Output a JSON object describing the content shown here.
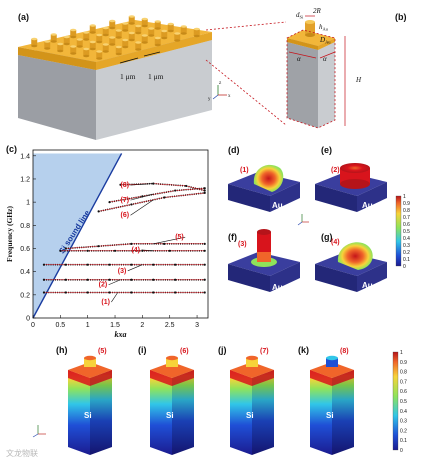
{
  "panel_labels": {
    "a": "(a)",
    "b": "(b)",
    "c": "(c)",
    "d": "(d)",
    "e": "(e)",
    "f": "(f)",
    "g": "(g)",
    "h": "(h)",
    "i": "(i)",
    "j": "(j)",
    "k": "(k)"
  },
  "panel_a": {
    "dim1": "1 μm",
    "dim2": "1 μm",
    "axis": {
      "z": "z",
      "x": "x",
      "y": "y"
    }
  },
  "panel_b": {
    "d": "d",
    "d_sub": "Si",
    "two_r": "2R",
    "h": "h",
    "h_sub": "Au",
    "D": "D",
    "D_sub": "Au",
    "H": "H",
    "alpha1": "α",
    "alpha2": "α"
  },
  "panel_c": {
    "modes": [
      "(1)",
      "(2)",
      "(3)",
      "(4)",
      "(5)",
      "(6)",
      "(7)",
      "(8)"
    ],
    "sound_line_label": "Si sound line"
  },
  "mode_panels": {
    "d": {
      "mode": "(1)",
      "material": "Au"
    },
    "e": {
      "mode": "(2)",
      "material": "Au"
    },
    "f": {
      "mode": "(3)",
      "material": "Au"
    },
    "g": {
      "mode": "(4)",
      "material": "Au"
    },
    "h": {
      "mode": "(5)",
      "material": "Si"
    },
    "i": {
      "mode": "(6)",
      "material": "Si"
    },
    "j": {
      "mode": "(7)",
      "material": "Si"
    },
    "k": {
      "mode": "(8)",
      "material": "Si"
    }
  },
  "colorbar_top": {
    "ticks": [
      "1",
      "0.9",
      "0.8",
      "0.7",
      "0.6",
      "0.5",
      "0.4",
      "0.3",
      "0.2",
      "0.1",
      "0"
    ]
  },
  "colorbar_bottom": {
    "ticks": [
      "1",
      "0.9",
      "0.8",
      "0.7",
      "0.6",
      "0.5",
      "0.4",
      "0.3",
      "0.2",
      "0.1",
      "0"
    ]
  },
  "watermark": "文龙物联",
  "colors": {
    "accent_red": "#d8141c",
    "sound_line": "#1a3ca0",
    "cone_fill": "#a9c8ea",
    "au": "#e8a61a",
    "substrate": "#3a3e9e"
  },
  "chart_data": {
    "type": "scatter",
    "title": "",
    "xlabel": "kxa",
    "ylabel": "Frequency (GHz)",
    "xlim": [
      0,
      3.2
    ],
    "ylim": [
      0,
      1.45
    ],
    "x_ticks": [
      "0",
      "0.5",
      "1",
      "1.5",
      "2",
      "2.5",
      "3"
    ],
    "y_ticks": [
      "0",
      "0.2",
      "0.4",
      "0.6",
      "0.8",
      "1",
      "1.2",
      "1.4"
    ],
    "grid": false,
    "series": [
      {
        "values": [
          [
            0.2,
            0.22
          ],
          [
            0.6,
            0.22
          ],
          [
            1.0,
            0.22
          ],
          [
            1.4,
            0.22
          ],
          [
            1.8,
            0.22
          ],
          [
            2.2,
            0.22
          ],
          [
            2.6,
            0.22
          ],
          [
            3.14,
            0.22
          ]
        ]
      },
      {
        "values": [
          [
            0.2,
            0.33
          ],
          [
            0.6,
            0.33
          ],
          [
            1.0,
            0.33
          ],
          [
            1.4,
            0.33
          ],
          [
            1.8,
            0.33
          ],
          [
            2.2,
            0.33
          ],
          [
            2.6,
            0.33
          ],
          [
            3.14,
            0.33
          ]
        ]
      },
      {
        "values": [
          [
            0.2,
            0.46
          ],
          [
            0.6,
            0.46
          ],
          [
            1.0,
            0.46
          ],
          [
            1.4,
            0.46
          ],
          [
            1.8,
            0.46
          ],
          [
            2.2,
            0.46
          ],
          [
            2.6,
            0.46
          ],
          [
            3.14,
            0.46
          ]
        ]
      },
      {
        "values": [
          [
            0.5,
            0.58
          ],
          [
            1.0,
            0.58
          ],
          [
            1.5,
            0.58
          ],
          [
            2.0,
            0.58
          ],
          [
            2.5,
            0.58
          ],
          [
            3.14,
            0.58
          ]
        ]
      },
      {
        "values": [
          [
            0.6,
            0.6
          ],
          [
            1.2,
            0.62
          ],
          [
            1.8,
            0.64
          ],
          [
            2.4,
            0.64
          ],
          [
            3.14,
            0.64
          ]
        ]
      },
      {
        "values": [
          [
            1.2,
            0.92
          ],
          [
            1.8,
            0.98
          ],
          [
            2.4,
            1.04
          ],
          [
            3.14,
            1.08
          ]
        ]
      },
      {
        "values": [
          [
            1.4,
            1.0
          ],
          [
            2.0,
            1.05
          ],
          [
            2.6,
            1.1
          ],
          [
            3.14,
            1.12
          ]
        ]
      },
      {
        "values": [
          [
            1.6,
            1.15
          ],
          [
            2.2,
            1.16
          ],
          [
            2.8,
            1.14
          ],
          [
            3.14,
            1.1
          ]
        ]
      }
    ]
  }
}
